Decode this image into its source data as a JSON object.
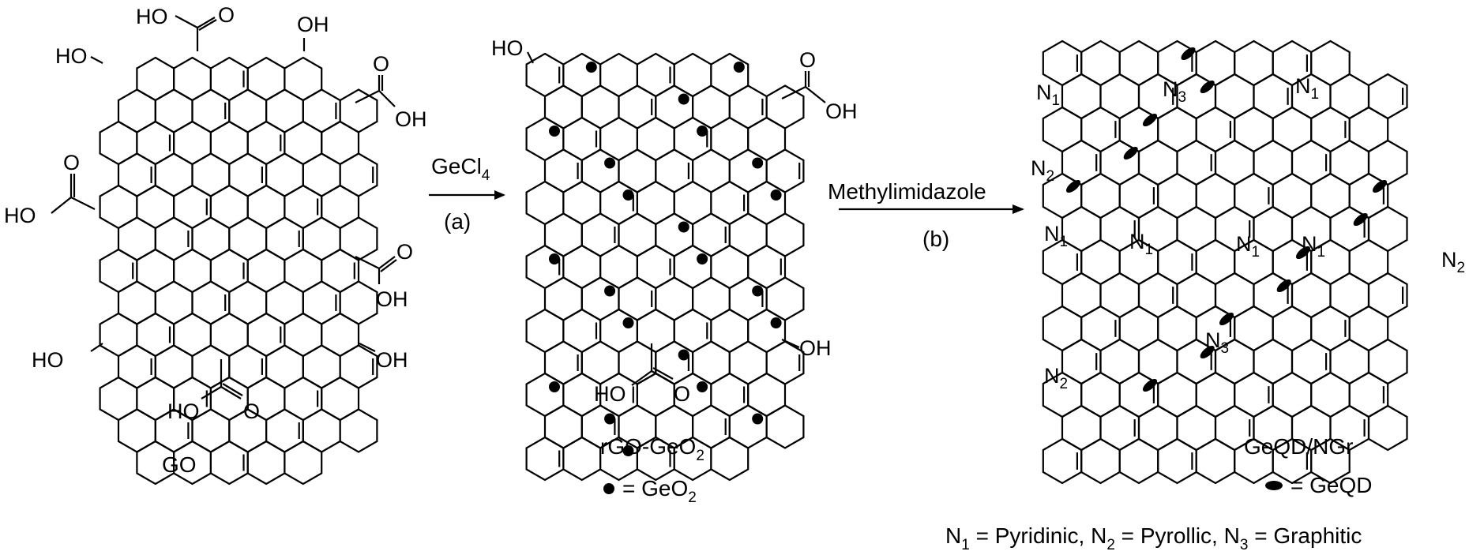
{
  "reagents": {
    "step_a": {
      "reagent_main": "GeCl",
      "reagent_sub": "4",
      "label": "(a)"
    },
    "step_b": {
      "reagent": "Methylimidazole",
      "label": "(b)"
    }
  },
  "go": {
    "caption": "GO",
    "groups": {
      "top_cooh": "HO",
      "top_cooh_o": "O",
      "top_oh": "OH",
      "left_top_oh": "HO",
      "right_cooh_o": "O",
      "right_cooh_oh": "OH",
      "left_cooh_o": "O",
      "left_cooh_ho": "HO",
      "right_mid_cooh_o": "O",
      "right_mid_cooh_oh": "OH",
      "bottom_left_oh": "HO",
      "bottom_right_oh": "OH",
      "bottom_cooh_ho": "HO",
      "bottom_cooh_o": "O"
    }
  },
  "rgo": {
    "caption_main": "rGO-GeO",
    "caption_sub": "2",
    "legend_main": "= GeO",
    "legend_sub": "2",
    "groups": {
      "top_left_oh": "HO",
      "right_cooh_o": "O",
      "right_cooh_oh": "OH",
      "bottom_right_oh": "OH",
      "bottom_cooh_ho": "HO",
      "bottom_cooh_o": "O"
    }
  },
  "geqd": {
    "caption": "GeQD/NGr",
    "legend": "= GeQD",
    "n_labels": {
      "n1_a": "N",
      "n1_a_sub": "1",
      "n3_a": "N",
      "n3_a_sub": "3",
      "n1_b": "N",
      "n1_b_sub": "1",
      "n2_a": "N",
      "n2_a_sub": "2",
      "n1_c": "N",
      "n1_c_sub": "1",
      "n1_d": "N",
      "n1_d_sub": "1",
      "n1_e": "N",
      "n1_e_sub": "1",
      "n1_f": "N",
      "n1_f_sub": "1",
      "n2_b": "N",
      "n2_b_sub": "2",
      "n3_b": "N",
      "n3_b_sub": "3",
      "n2_c": "N",
      "n2_c_sub": "2"
    },
    "key": {
      "n1": "N",
      "n1_sub": "1",
      "n1_text": " = Pyridinic, ",
      "n2": "N",
      "n2_sub": "2",
      "n2_text": " = Pyrollic, ",
      "n3": "N",
      "n3_sub": "3",
      "n3_text": " = Graphitic"
    }
  },
  "marker_counts": {
    "geo2_dots": 22,
    "geqd_ellipses": 12
  }
}
